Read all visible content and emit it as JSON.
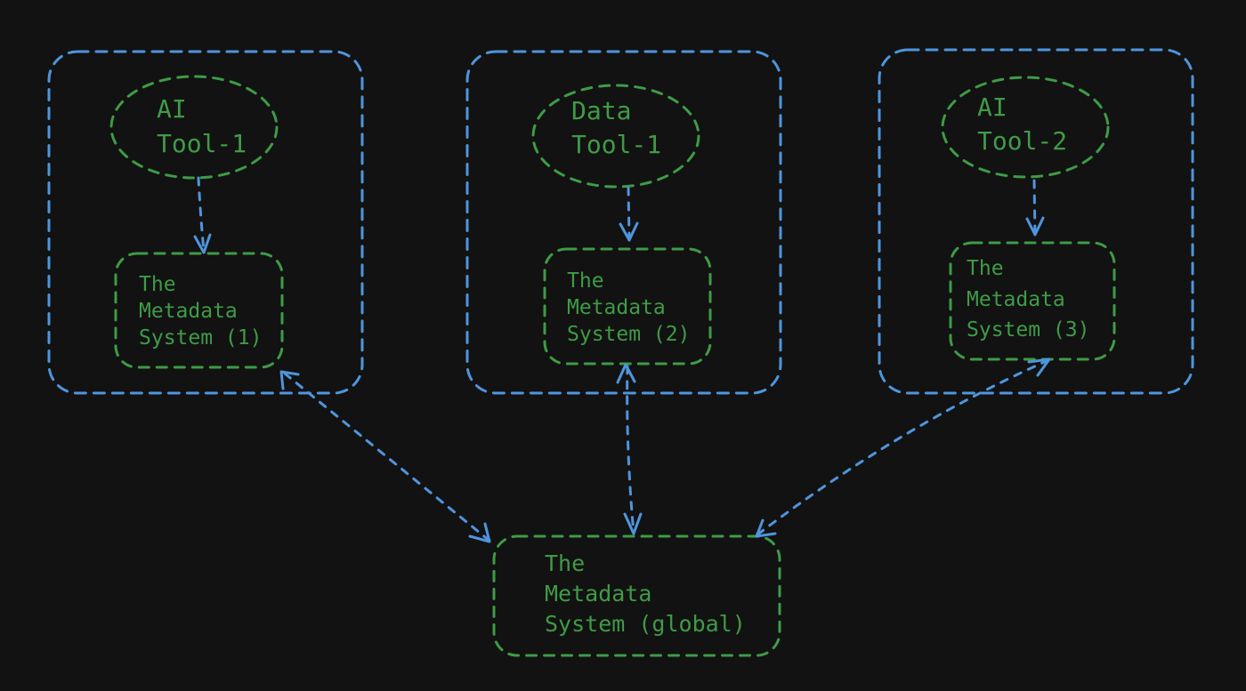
{
  "diagram": {
    "tools": [
      {
        "line1": "AI",
        "line2": "Tool-1"
      },
      {
        "line1": "Data",
        "line2": "Tool-1"
      },
      {
        "line1": "AI",
        "line2": "Tool-2"
      }
    ],
    "local_systems": [
      {
        "line1": "The",
        "line2": "Metadata",
        "line3": "System (1)"
      },
      {
        "line1": "The",
        "line2": "Metadata",
        "line3": "System (2)"
      },
      {
        "line1": "The",
        "line2": "Metadata",
        "line3": "System (3)"
      }
    ],
    "global_system": {
      "line1": "The",
      "line2": "Metadata",
      "line3": "System (global)"
    },
    "colors": {
      "background": "#121212",
      "container_border": "#4e95dd",
      "node_border": "#3f9b46",
      "text": "#3f9b46",
      "arrow": "#4e95dd"
    }
  }
}
